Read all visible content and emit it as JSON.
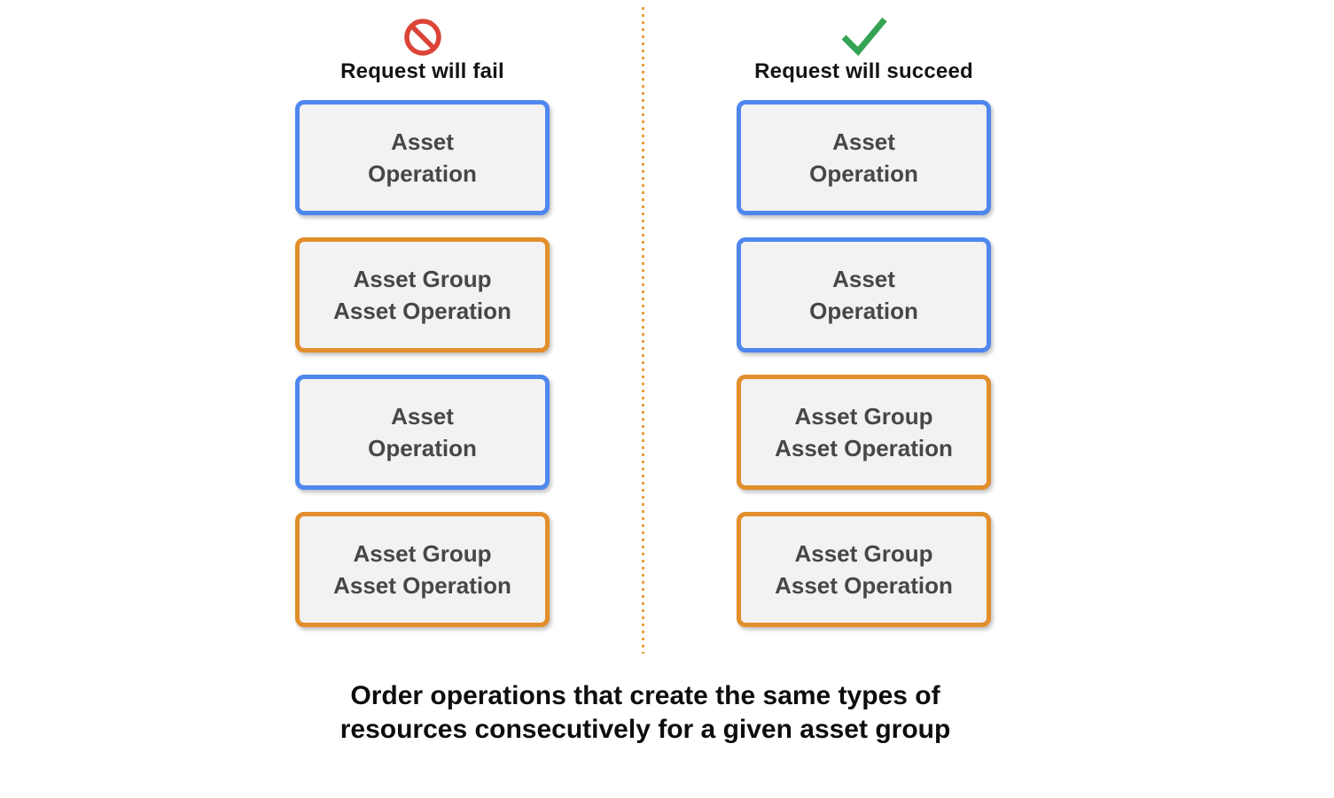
{
  "columns": {
    "fail": {
      "title": "Request will fail",
      "icon": "prohibition-icon",
      "boxes": [
        {
          "kind": "asset-operation",
          "accent": "blue",
          "lines": [
            "Asset",
            "Operation"
          ]
        },
        {
          "kind": "asset-group-asset-operation",
          "accent": "orange",
          "lines": [
            "Asset Group",
            "Asset Operation"
          ]
        },
        {
          "kind": "asset-operation",
          "accent": "blue",
          "lines": [
            "Asset",
            "Operation"
          ]
        },
        {
          "kind": "asset-group-asset-operation",
          "accent": "orange",
          "lines": [
            "Asset Group",
            "Asset Operation"
          ]
        }
      ]
    },
    "succeed": {
      "title": "Request will succeed",
      "icon": "checkmark-icon",
      "boxes": [
        {
          "kind": "asset-operation",
          "accent": "blue",
          "lines": [
            "Asset",
            "Operation"
          ]
        },
        {
          "kind": "asset-operation",
          "accent": "blue",
          "lines": [
            "Asset",
            "Operation"
          ]
        },
        {
          "kind": "asset-group-asset-operation",
          "accent": "orange",
          "lines": [
            "Asset Group",
            "Asset Operation"
          ]
        },
        {
          "kind": "asset-group-asset-operation",
          "accent": "orange",
          "lines": [
            "Asset Group",
            "Asset Operation"
          ]
        }
      ]
    }
  },
  "caption": {
    "lines": [
      "Order operations that create the same types of",
      "resources consecutively for a given asset group"
    ]
  },
  "colors": {
    "blue_border": "#4E87EE",
    "orange_border": "#E28E2B",
    "box_background": "#F2F2F2",
    "box_text": "#474747",
    "fail_icon_red": "#DB4437",
    "success_icon_green": "#34A353",
    "divider_dot_orange": "#E7A03C",
    "heading_text": "#141414"
  }
}
